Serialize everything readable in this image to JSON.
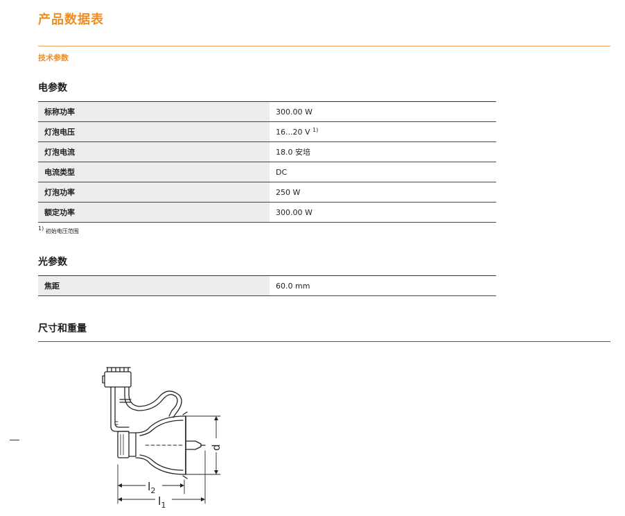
{
  "page": {
    "title": "产品数据表",
    "section": "技术参数"
  },
  "electrical": {
    "heading": "电参数",
    "rows": [
      {
        "label": "标称功率",
        "value": "300.00 W",
        "note": ""
      },
      {
        "label": "灯泡电压",
        "value": "16...20 V",
        "note": "1)"
      },
      {
        "label": "灯泡电流",
        "value": "18.0 安培",
        "note": ""
      },
      {
        "label": "电流类型",
        "value": "DC",
        "note": ""
      },
      {
        "label": "灯泡功率",
        "value": "250 W",
        "note": ""
      },
      {
        "label": "额定功率",
        "value": "300.00 W",
        "note": ""
      }
    ],
    "footnote_mark": "1)",
    "footnote_text": "初始电压范围"
  },
  "optical": {
    "heading": "光参数",
    "rows": [
      {
        "label": "焦距",
        "value": "60.0 mm"
      }
    ]
  },
  "dimensions": {
    "heading": "尺寸和重量",
    "labels": {
      "l1": "l",
      "l1_sub": "1",
      "l2": "l",
      "l2_sub": "2",
      "d": "d"
    }
  },
  "colors": {
    "accent": "#f18c1f",
    "key_cell_bg": "#ececec"
  }
}
